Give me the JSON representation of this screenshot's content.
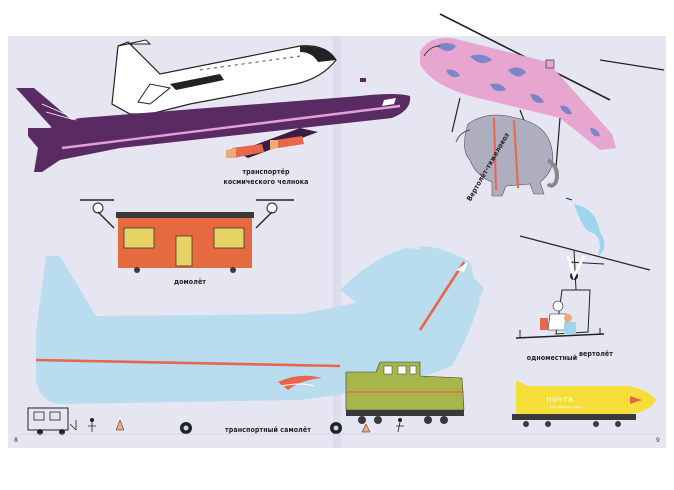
{
  "labels": {
    "shuttle_carrier_line1": "транспортёр",
    "shuttle_carrier_line2": "космического челнока",
    "heavy_helicopter": "Вертолёт-тяжеловоз",
    "house_plane": "домолёт",
    "single_seat_helicopter_line1": "одноместный",
    "single_seat_helicopter_line2": "вертолёт",
    "transport_plane": "транспортный самолёт",
    "mail_sign": "почта",
    "mail_subtitle": "РОССИЙСКОГО НЕБА"
  },
  "page_numbers": {
    "left": "8",
    "right": "9"
  },
  "colors": {
    "page_background": "#e6e6f2",
    "shuttle_carrier_fuselage": "#5a2b63",
    "transport_plane": "#b9dcef",
    "heavy_helicopter_camo": "#e6a6cf",
    "heavy_helicopter_camo_spots": "#7b86c9",
    "house": "#e56a3f",
    "locomotive": "#a6b64a",
    "mail_rocket": "#f5dd3a",
    "accent_stripe": "#e8664a"
  }
}
